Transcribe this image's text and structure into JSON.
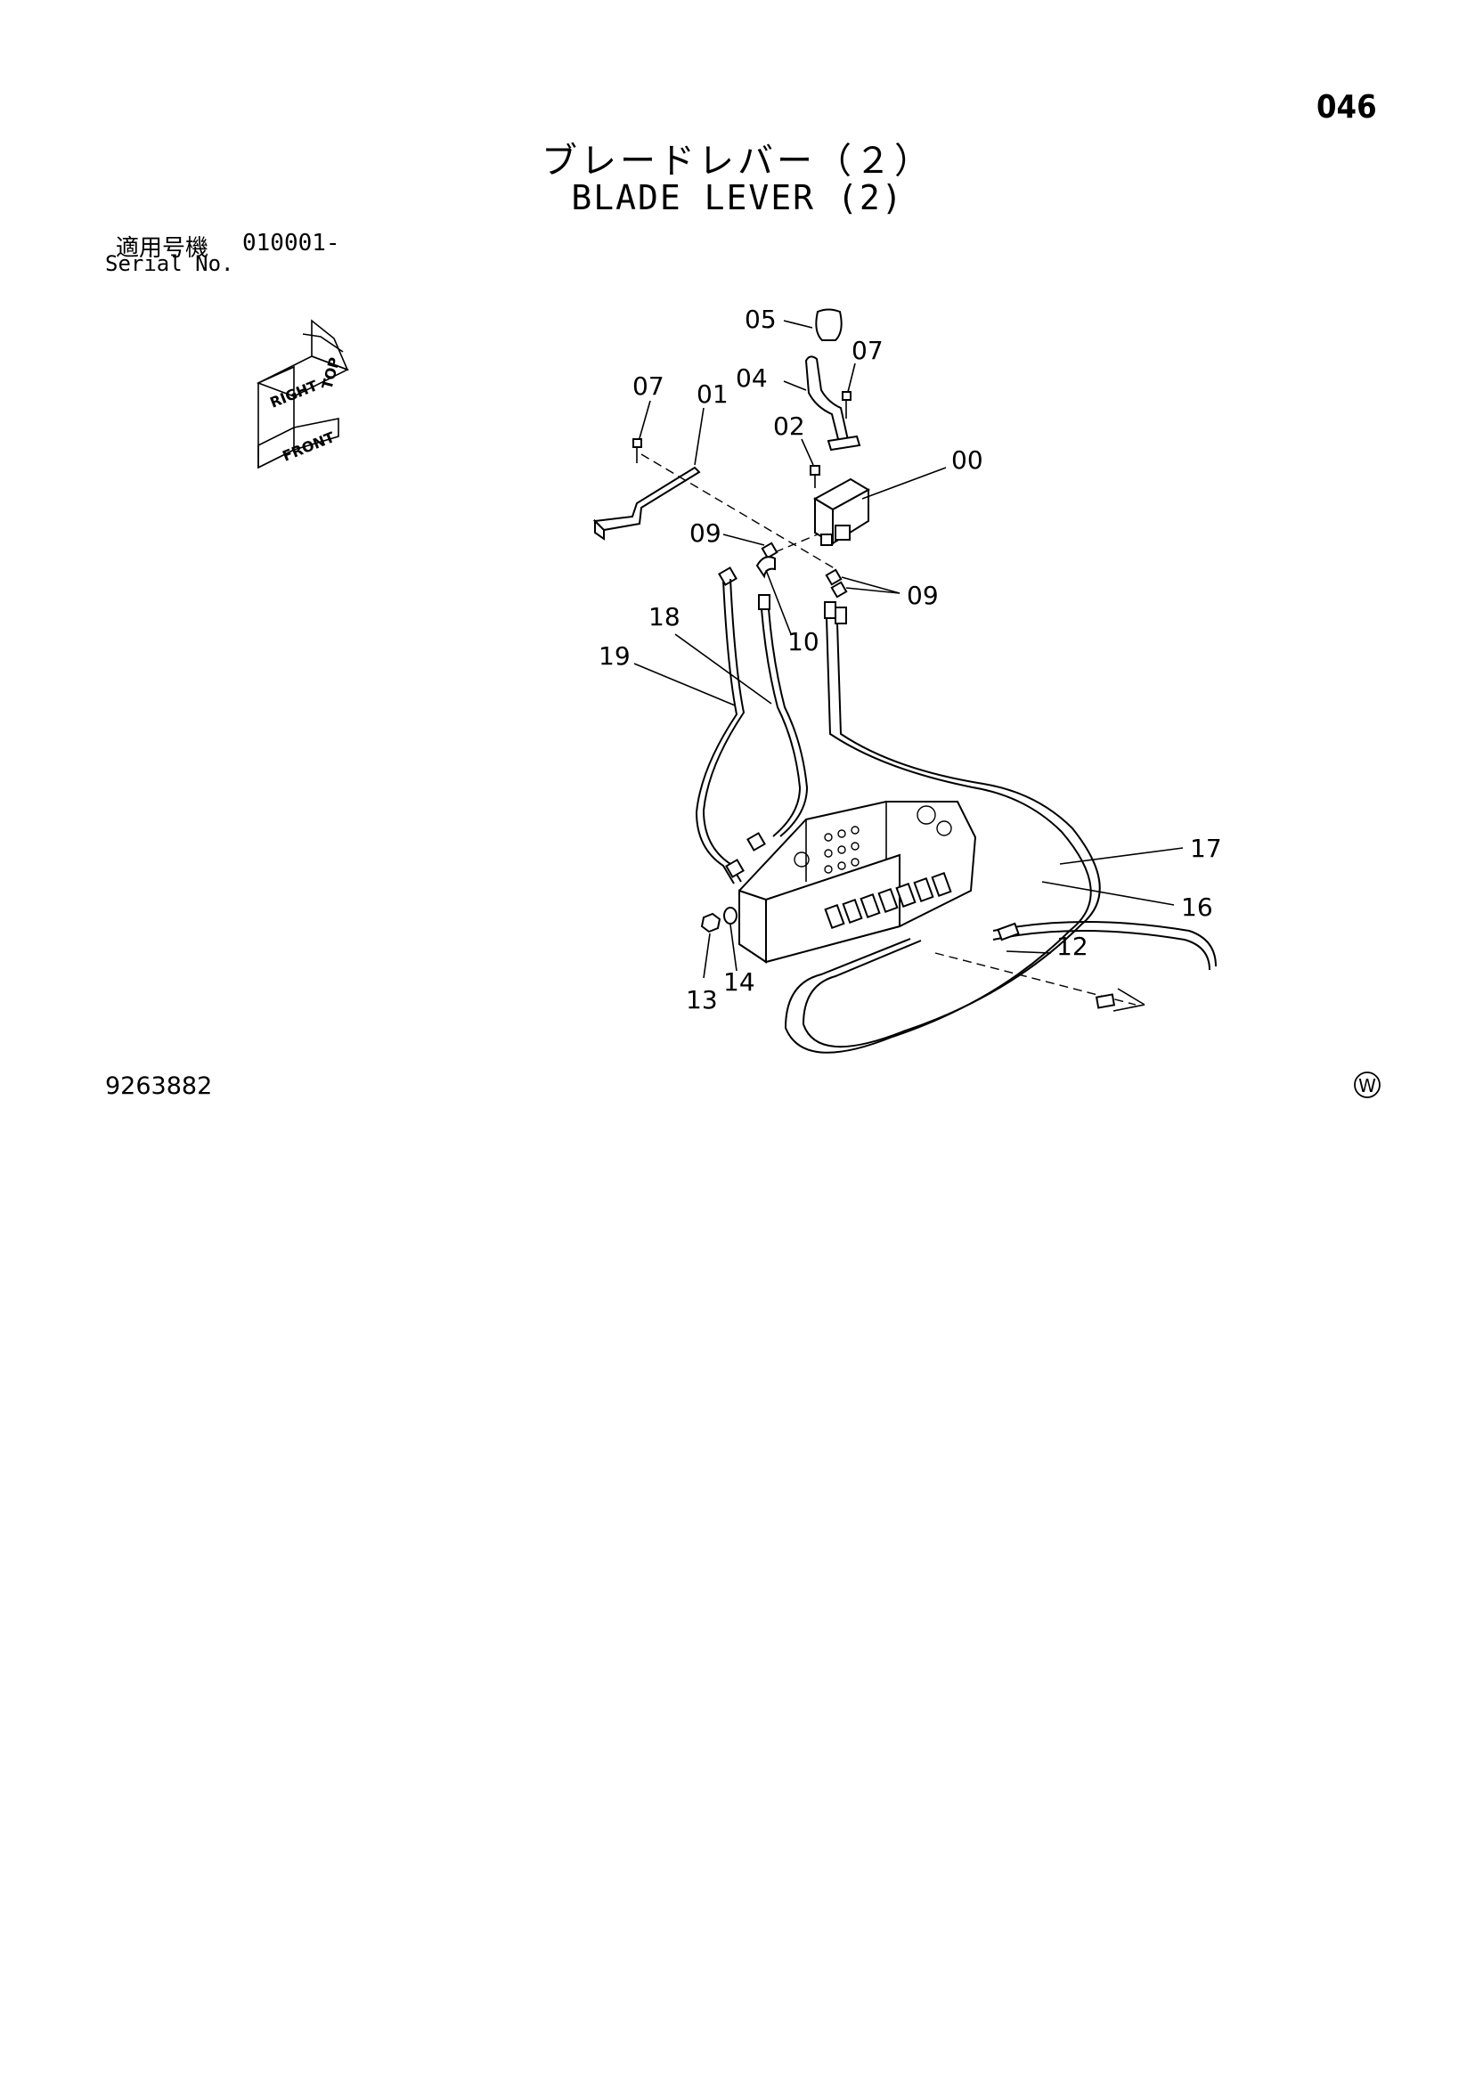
{
  "page": {
    "number": "046",
    "title_ja": "ブレードレバー（２）",
    "title_en": "BLADE LEVER (2)",
    "serial_label_ja": "適用号機",
    "serial_value": "010001-",
    "serial_label_en": "Serial No.",
    "drawing_number": "9263882",
    "maker_mark": "W"
  },
  "orientation": {
    "top": "TOP",
    "right": "RIGHT",
    "front": "FRONT"
  },
  "callouts": {
    "c00": "00",
    "c01": "01",
    "c02": "02",
    "c04": "04",
    "c05": "05",
    "c07a": "07",
    "c07b": "07",
    "c09a": "09",
    "c09b": "09",
    "c10": "10",
    "c12": "12",
    "c13": "13",
    "c14": "14",
    "c16": "16",
    "c17": "17",
    "c18": "18",
    "c19": "19"
  }
}
